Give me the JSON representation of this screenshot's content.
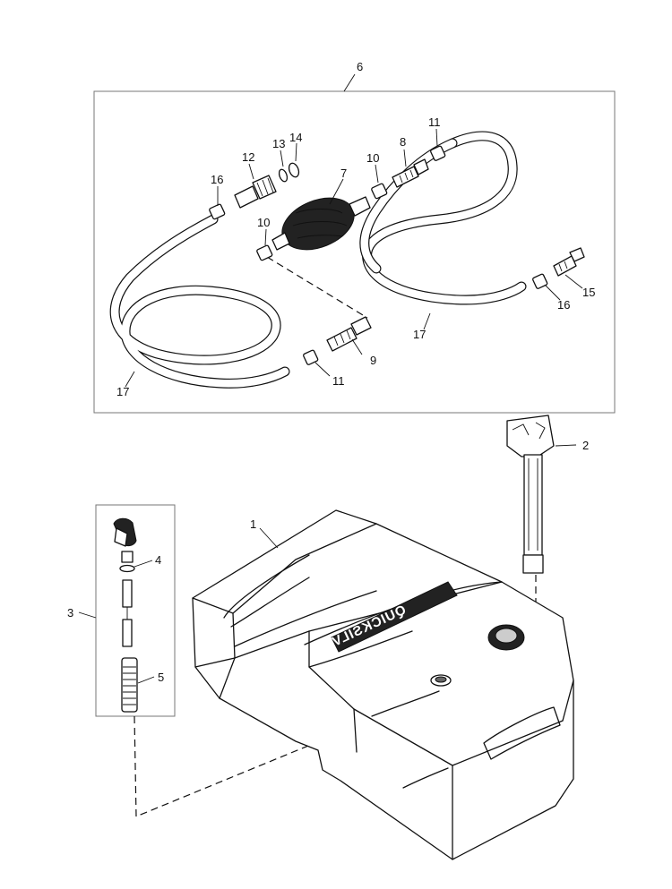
{
  "diagram": {
    "brand_text": "QUICKSILVER",
    "callouts": {
      "p1": "1",
      "p2": "2",
      "p3": "3",
      "p4": "4",
      "p5": "5",
      "p6": "6",
      "p7": "7",
      "p8": "8",
      "p9": "9",
      "p10a": "10",
      "p10b": "10",
      "p11a": "11",
      "p11b": "11",
      "p12": "12",
      "p13": "13",
      "p14": "14",
      "p15": "15",
      "p16a": "16",
      "p16b": "16",
      "p17a": "17",
      "p17b": "17"
    }
  }
}
